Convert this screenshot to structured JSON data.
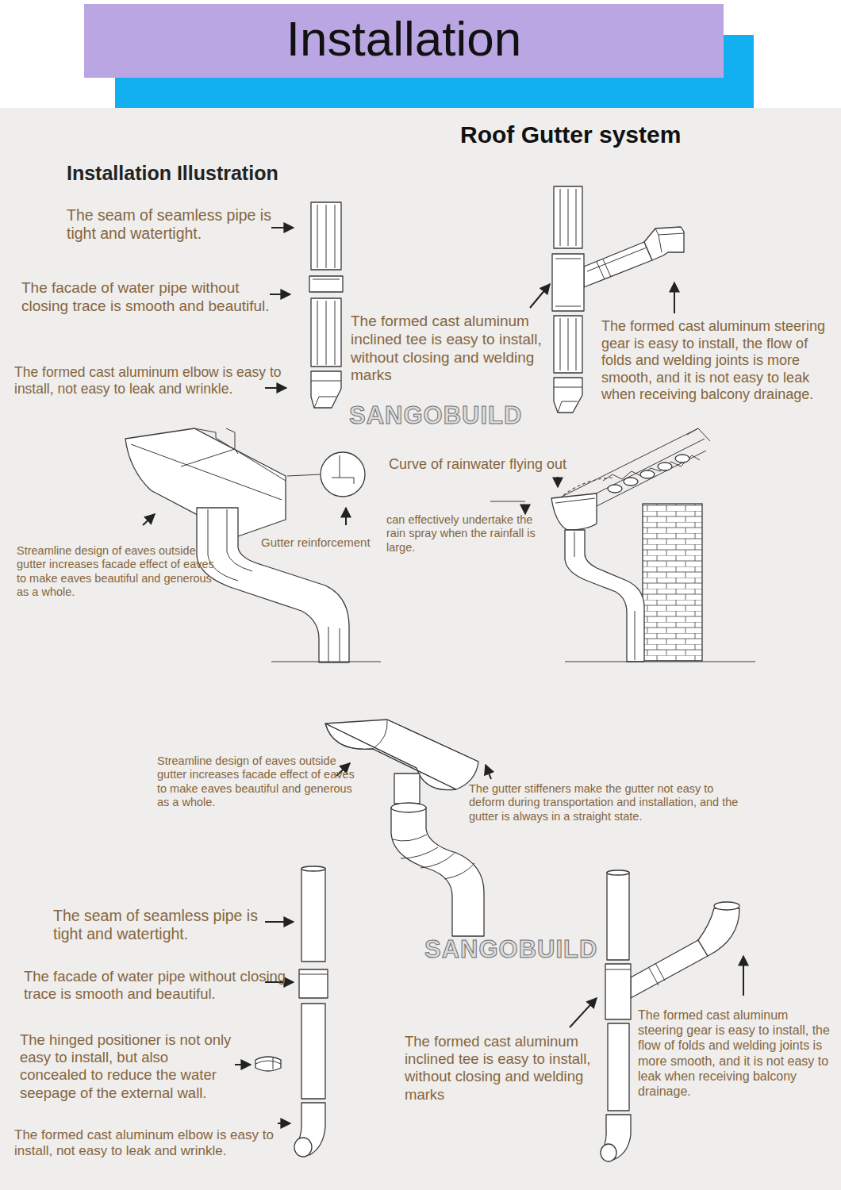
{
  "diagram": {
    "title": "Installation",
    "labels": [
      "Roof Gutter system",
      "Installation Illustration",
      "The seam of seamless pipe is tight and watertight.",
      "The facade of water pipe without closing trace is smooth and beautiful.",
      "The formed cast aluminum elbow is easy to install, not easy to leak and wrinkle.",
      "The formed cast aluminum inclined tee is easy to install, without closing and welding marks",
      "The formed cast aluminum steering gear is easy to install, the flow of folds and welding joints is more smooth, and it is not easy to leak when receiving balcony drainage.",
      "SANGOBUILD",
      "Curve of rainwater flying out",
      "Gutter reinforcement",
      "can effectively undertake the rain spray when the rainfall is large.",
      "Streamline design of eaves outside gutter increases facade effect of eaves to make eaves beautiful and generous as a whole.",
      "Streamline design of eaves outside gutter increases facade effect of eaves to make eaves beautiful and generous as a whole.",
      "The gutter stiffeners make the gutter not easy to deform during transportation and installation, and the gutter is always in a straight state.",
      "The seam of seamless pipe is tight and watertight.",
      "The facade of water pipe without closing trace is smooth and beautiful.",
      "The hinged positioner is not only easy to install, but also concealed to reduce the water seepage of the external wall.",
      "The formed cast aluminum elbow is easy to install, not easy to leak and wrinkle.",
      "SANGOBUILD",
      "The formed cast aluminum inclined tee is easy to install, without closing and welding marks",
      "The formed cast aluminum steering gear is easy to install, the flow of folds and welding joints is more smooth, and it is not easy to leak when receiving balcony drainage."
    ]
  }
}
